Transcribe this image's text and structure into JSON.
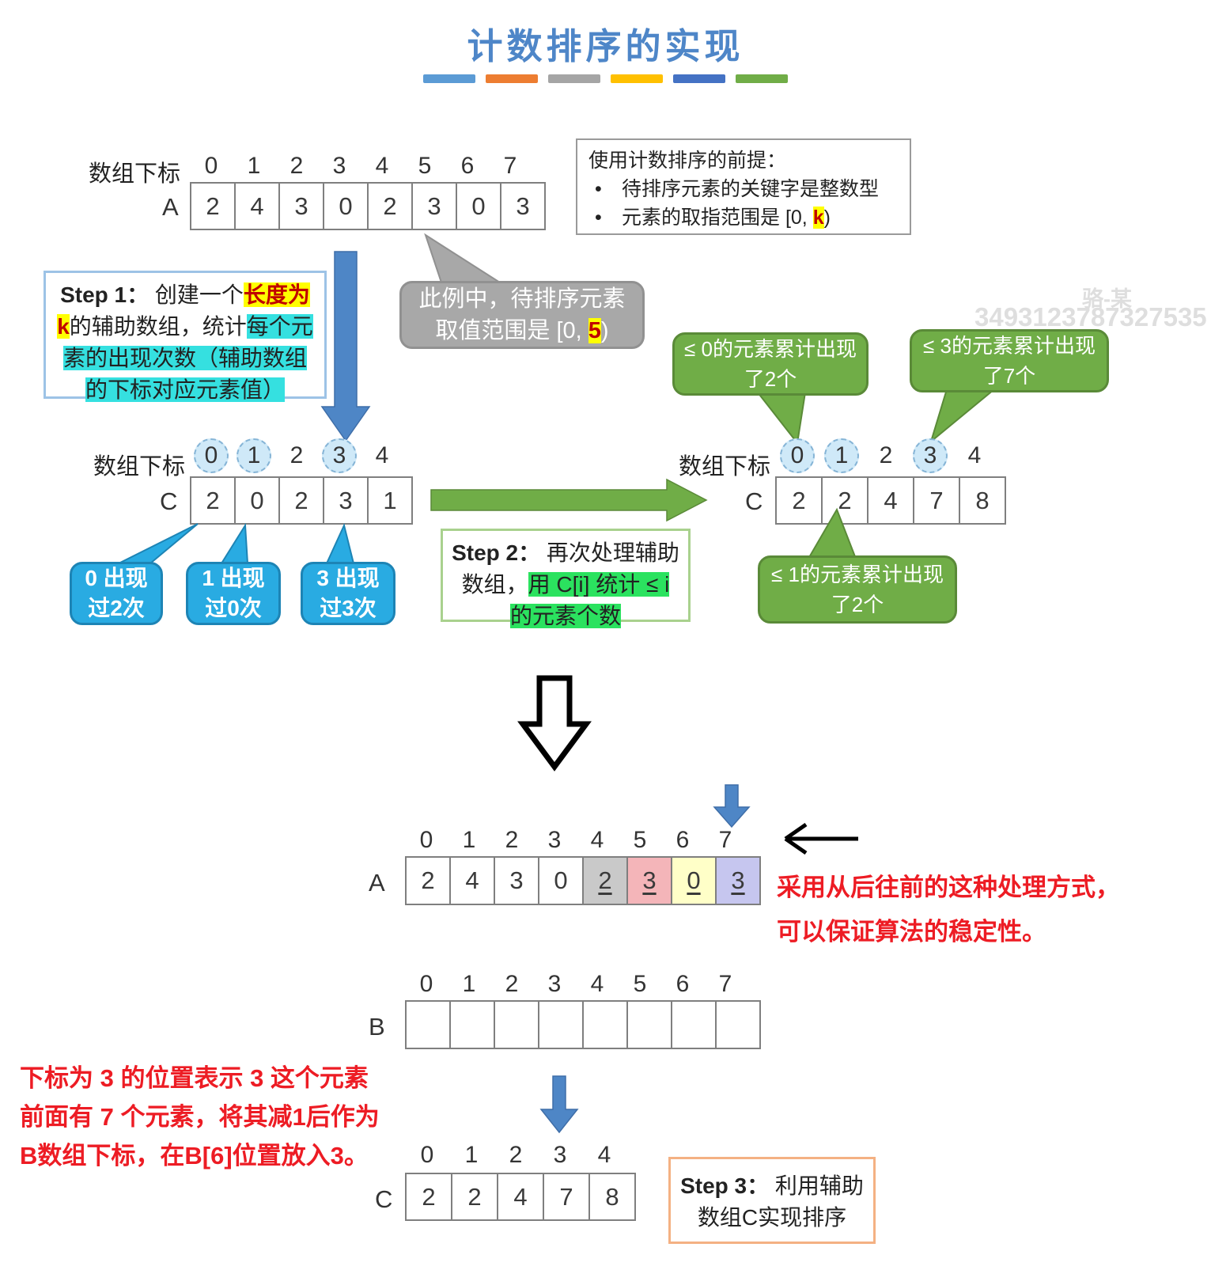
{
  "title": "计数排序的实现",
  "index_label": "数组下标",
  "watermark": {
    "name": "骆-某",
    "number": "3493123787327535"
  },
  "prereq": {
    "heading": "使用计数排序的前提：",
    "bullet": "•",
    "item1": "待排序元素的关键字是整数型",
    "item2_pre": "元素的取指范围是 [0, ",
    "item2_hl": "k",
    "item2_post": ")"
  },
  "step1": {
    "label": "Step 1：",
    "t1": " 创建一个",
    "hl_yellow": "长度为 k",
    "t2": "的辅助数组，统计",
    "hl_cyan": "每个元素的出现次数（辅助数组的下标对应元素值）"
  },
  "step2": {
    "label": "Step 2：",
    "t1": " 再次处理辅助数组，",
    "hl_green": "用 C[i] 统计 ≤ i 的元素个数"
  },
  "step3": {
    "label": "Step 3：",
    "t1": " 利用辅助数组C实现排序"
  },
  "gray_bubble": {
    "t1": "此例中，待排序元素",
    "t2": "取值范围是 [0, ",
    "hl": "5",
    "t3": ")"
  },
  "green_bubbles": {
    "le0": "≤ 0的元素累计出现了2个",
    "le3": "≤ 3的元素累计出现了7个",
    "le1": "≤ 1的元素累计出现了2个"
  },
  "blue_bubbles": [
    "0 出现过2次",
    "1 出现过0次",
    "3 出现过3次"
  ],
  "arrays": {
    "top_a": {
      "label": "A",
      "indices": [
        "0",
        "1",
        "2",
        "3",
        "4",
        "5",
        "6",
        "7"
      ],
      "values": [
        "2",
        "4",
        "3",
        "0",
        "2",
        "3",
        "0",
        "3"
      ]
    },
    "left_c": {
      "label": "C",
      "indices": [
        "0",
        "1",
        "2",
        "3",
        "4"
      ],
      "values": [
        "2",
        "0",
        "2",
        "3",
        "1"
      ]
    },
    "right_c": {
      "label": "C",
      "indices": [
        "0",
        "1",
        "2",
        "3",
        "4"
      ],
      "values": [
        "2",
        "2",
        "4",
        "7",
        "8"
      ]
    },
    "bottom_a": {
      "label": "A",
      "indices": [
        "0",
        "1",
        "2",
        "3",
        "4",
        "5",
        "6",
        "7"
      ],
      "values": [
        "2",
        "4",
        "3",
        "0",
        "2",
        "3",
        "0",
        "3"
      ]
    },
    "bottom_b": {
      "label": "B",
      "indices": [
        "0",
        "1",
        "2",
        "3",
        "4",
        "5",
        "6",
        "7"
      ],
      "values": [
        "",
        "",
        "",
        "",
        "",
        "",
        "",
        ""
      ]
    },
    "bottom_c": {
      "label": "C",
      "indices": [
        "0",
        "1",
        "2",
        "3",
        "4"
      ],
      "values": [
        "2",
        "2",
        "4",
        "7",
        "8"
      ]
    }
  },
  "red_note_right": {
    "line1": "采用从后往前的这种处理方式，",
    "line2": "可以保证算法的稳定性。"
  },
  "red_note_left": {
    "line1": "下标为 3 的位置表示 3 这个元素",
    "line2": "前面有 7 个元素，将其减1后作为",
    "line3": "B数组下标，在B[6]位置放入3。"
  },
  "colors": {
    "title_blue": "#4e86c8",
    "divider": [
      "#5b9bd5",
      "#ed7d31",
      "#a5a5a5",
      "#ffc000",
      "#4472c4",
      "#70ad47"
    ],
    "blue_arrow": "#4e86c6",
    "green": "#70ad47",
    "gray_bubble": "#a8a8a8",
    "blue_bubble": "#29abe2",
    "highlight_yellow": "#ffff00",
    "highlight_cyan": "#35e0e0",
    "highlight_green": "#2be25f",
    "highlight_text_red": "#c00000",
    "note_red": "#ed1c24",
    "cell_gray": "#c9c9c9",
    "cell_pink": "#f4b5b9",
    "cell_yellow": "#ffffc8",
    "cell_purple": "#c6c6ef",
    "index_circle_bg": "#cfe9f8"
  }
}
